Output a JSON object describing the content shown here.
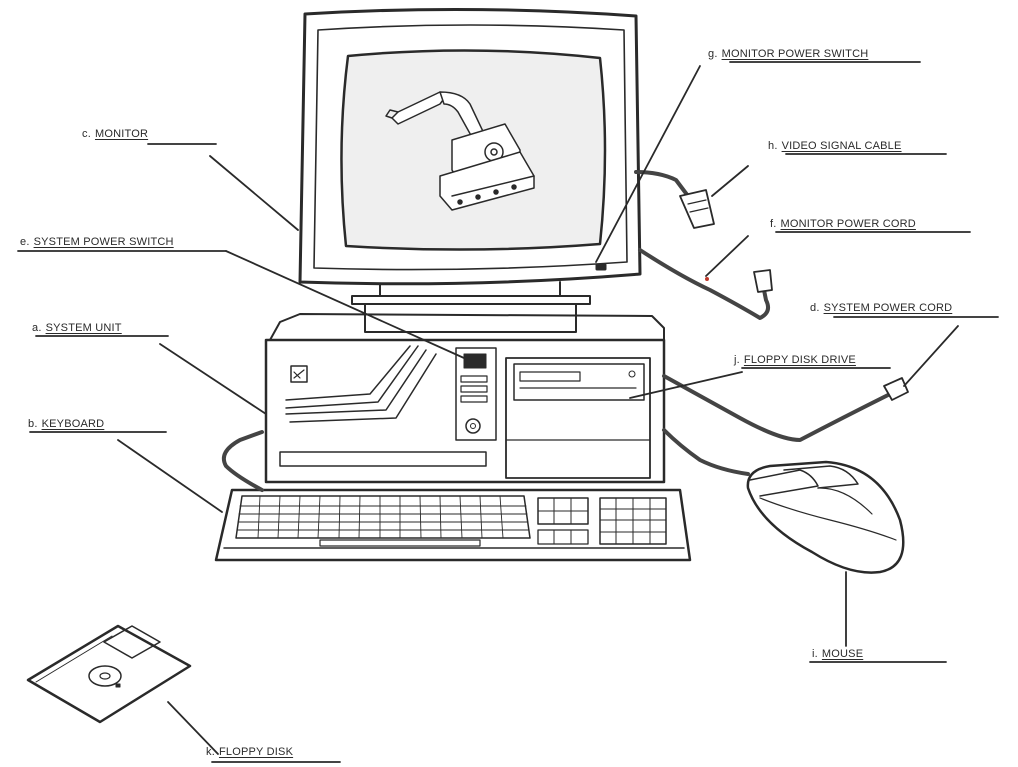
{
  "colors": {
    "ink": "#2a2a2a",
    "paper": "#ffffff",
    "screen": "#efefef",
    "cord": "#444444",
    "accent_dot": "#c0392b"
  },
  "labels": {
    "monitor": {
      "letter": "c.",
      "text": "MONITOR"
    },
    "monitor_power_switch": {
      "letter": "g.",
      "text": "MONITOR POWER SWITCH"
    },
    "video_signal_cable": {
      "letter": "h.",
      "text": "VIDEO SIGNAL CABLE"
    },
    "monitor_power_cord": {
      "letter": "f.",
      "text": "MONITOR POWER CORD"
    },
    "system_power_switch": {
      "letter": "e.",
      "text": "SYSTEM POWER SWITCH"
    },
    "system_power_cord": {
      "letter": "d.",
      "text": "SYSTEM POWER CORD"
    },
    "system_unit": {
      "letter": "a.",
      "text": "SYSTEM UNIT"
    },
    "floppy_disk_drive": {
      "letter": "j.",
      "text": "FLOPPY DISK DRIVE"
    },
    "keyboard": {
      "letter": "b.",
      "text": "KEYBOARD"
    },
    "mouse": {
      "letter": "i.",
      "text": "MOUSE"
    },
    "floppy_disk": {
      "letter": "k.",
      "text": "FLOPPY DISK"
    }
  }
}
